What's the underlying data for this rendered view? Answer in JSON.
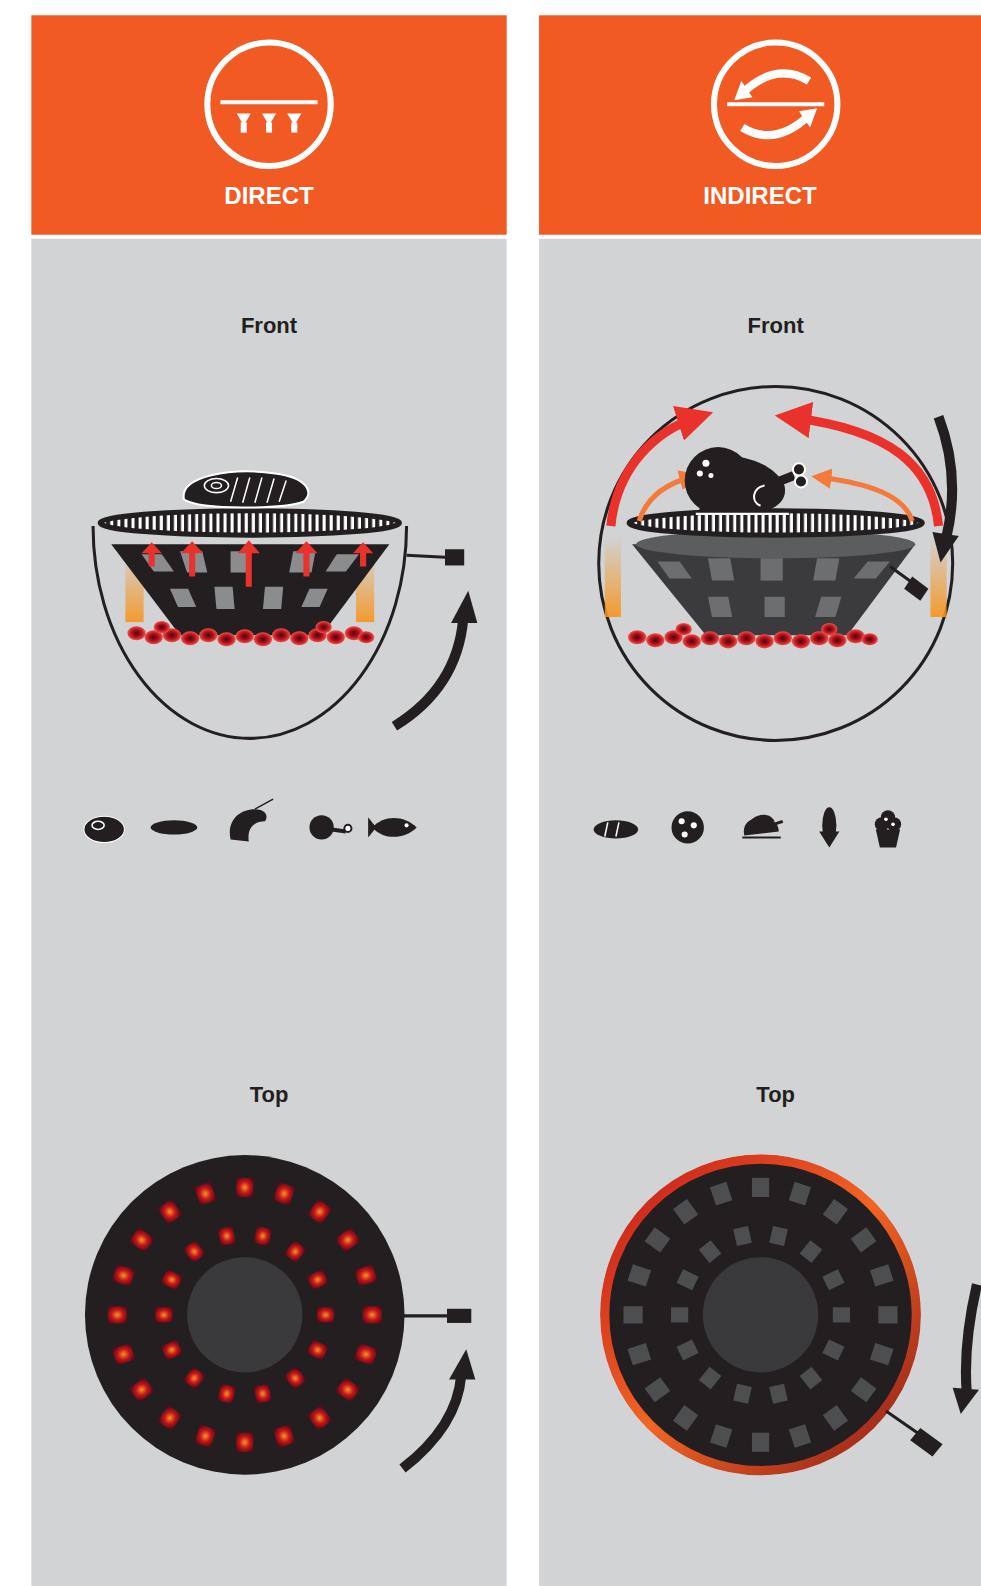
{
  "diagram": {
    "nodes": [
      {
        "text": [
          "DIRECT"
        ]
      },
      {
        "text": [
          "INDIRECT"
        ]
      }
    ],
    "labels": [
      "Front",
      "Top",
      "Front",
      "Top"
    ]
  }
}
